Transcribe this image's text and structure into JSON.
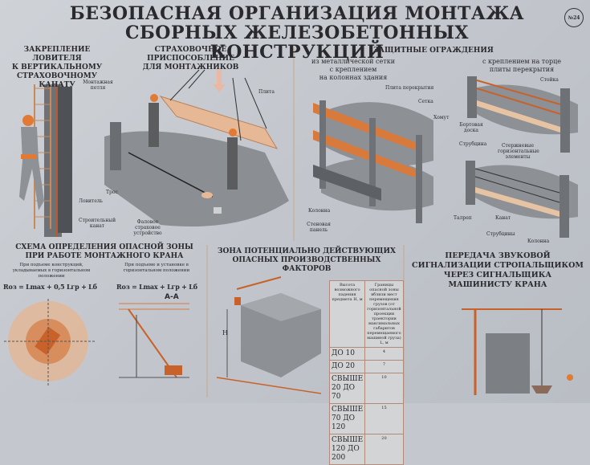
{
  "title": {
    "line1": "БЕЗОПАСНАЯ ОРГАНИЗАЦИЯ МОНТАЖА",
    "line2": "СБОРНЫХ ЖЕЛЕЗОБЕТОННЫХ КОНСТРУКЦИЙ",
    "number": "№24"
  },
  "sections": {
    "catcher": {
      "heading": [
        "ЗАКРЕПЛЕНИЕ ЛОВИТЕЛЯ",
        "К ВЕРТИКАЛЬНОМУ",
        "СТРАХОВОЧНОМУ КАНАТУ"
      ],
      "labels": {
        "catcher": "Ловитель",
        "rope": "Строительный канат"
      }
    },
    "safety_device": {
      "heading": [
        "СТРАХОВОЧНОЕ ПРИСПОСОБЛЕНИЕ",
        "ДЛЯ МОНТАЖНИКОВ"
      ],
      "labels": {
        "loops": "Монтажная петля",
        "slab": "Плита",
        "cable": "Трос",
        "fall_device": "Фаловое страховое устройство"
      }
    },
    "guards": {
      "heading": "ЗАЩИТНЫЕ ОГРАЖДЕНИЯ",
      "mesh": {
        "subheading": [
          "из металлической сетки",
          "с креплением",
          "на колоннах здания"
        ],
        "labels": {
          "floor_slab": "Плита перекрытия",
          "mesh": "Сетка",
          "clamp": "Хомут",
          "column": "Колонна",
          "wall_panel": "Стеновая панель"
        }
      },
      "edge": {
        "subheading": [
          "с креплением на торце",
          "плиты перекрытия"
        ],
        "labels": {
          "post": "Стойка",
          "side_board": "Бортовая доска",
          "clamp": "Струбцина",
          "rods": "Стержневые горизонтальные элементы",
          "turnbuckle": "Талреп",
          "rope": "Канат",
          "clamps": "Струбцины",
          "column": "Колонна"
        }
      }
    },
    "danger_zone": {
      "heading": [
        "СХЕМА ОПРЕДЕЛЕНИЯ ОПАСНОЙ ЗОНЫ",
        "ПРИ РАБОТЕ МОНТАЖНОГО КРАНА"
      ],
      "left": {
        "caption": "При подъеме конструкций, укладываемых в горизонтальном положении",
        "formula": "Rоз = Lmax + 0,5 Lгр + Lб"
      },
      "right": {
        "caption": "При подъеме и установке в горизонтальном положении",
        "formula": "Rоз = Lmax + Lгр + Lб",
        "section": "А-А"
      }
    },
    "hazard_zone": {
      "heading": [
        "ЗОНА ПОТЕНЦИАЛЬНО ДЕЙСТВУЮЩИХ",
        "ОПАСНЫХ ПРОИЗВОДСТВЕННЫХ ФАКТОРОВ"
      ],
      "table": {
        "headers": [
          "Высота возможного падения предмета H, м",
          "Границы опасной зоны вблизи мест перемещения грузов (от горизонтальной проекции траектории максимальных габаритов перемещаемого машиной груза) L, м"
        ],
        "rows": [
          [
            "До 10",
            "4"
          ],
          [
            "До 20",
            "7"
          ],
          [
            "Свыше 20 до 70",
            "10"
          ],
          [
            "Свыше 70 до 120",
            "15"
          ],
          [
            "Свыше 120 до 200",
            "20"
          ]
        ]
      },
      "axis_label": "H"
    },
    "signaling": {
      "heading": [
        "ПЕРЕДАЧА ЗВУКОВОЙ",
        "СИГНАЛИЗАЦИИ СТРОПАЛЬЩИКОМ",
        "ЧЕРЕЗ СИГНАЛЬЩИКА",
        "МАШИНИСТУ КРАНА"
      ]
    }
  },
  "colors": {
    "accent": "#d9743a",
    "worker": "#5a5c5e",
    "concrete": "#8d9095",
    "slab": "#e6b896"
  }
}
